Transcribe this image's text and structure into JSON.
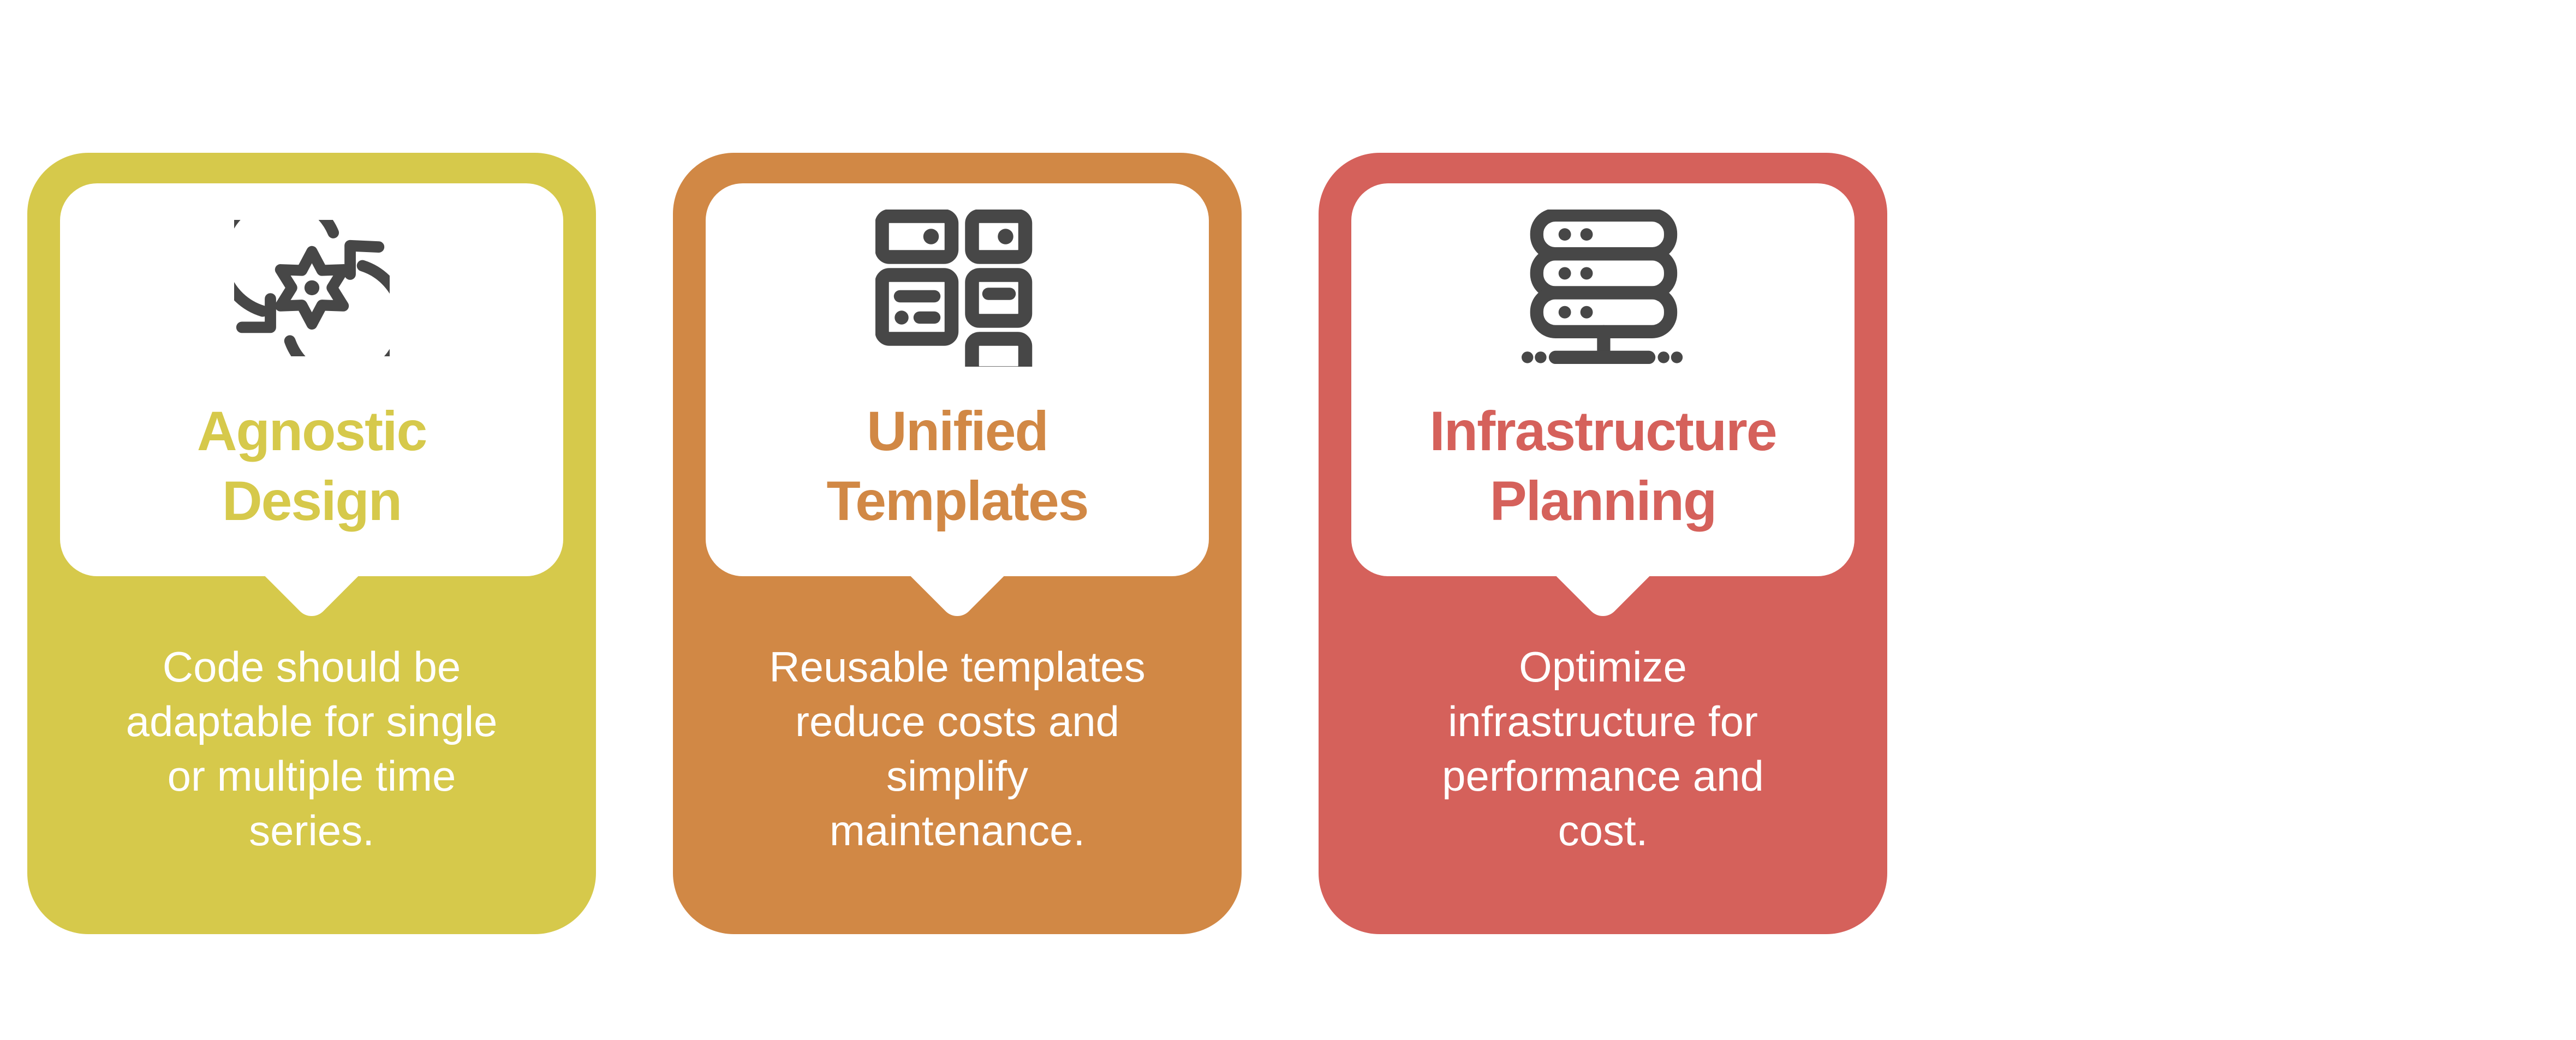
{
  "page": {
    "background_color": "#ffffff"
  },
  "icon_stroke_color": "#474747",
  "cards": [
    {
      "id": "agnostic-design",
      "accent_color": "#d6c94b",
      "icon": "sync-cycle-gear-icon",
      "title_lines": [
        "Agnostic",
        "Design"
      ],
      "body_lines": [
        "Code should be",
        "adaptable for single",
        "or multiple time",
        "series."
      ]
    },
    {
      "id": "unified-templates",
      "accent_color": "#d18845",
      "icon": "templates-grid-icon",
      "title_lines": [
        "Unified",
        "Templates"
      ],
      "body_lines": [
        "Reusable templates",
        "reduce costs and",
        "simplify",
        "maintenance."
      ]
    },
    {
      "id": "infrastructure-planning",
      "accent_color": "#d5615b",
      "icon": "server-stack-icon",
      "title_lines": [
        "Infrastructure",
        "Planning"
      ],
      "body_lines": [
        "Optimize",
        "infrastructure for",
        "performance and",
        "cost."
      ]
    }
  ]
}
